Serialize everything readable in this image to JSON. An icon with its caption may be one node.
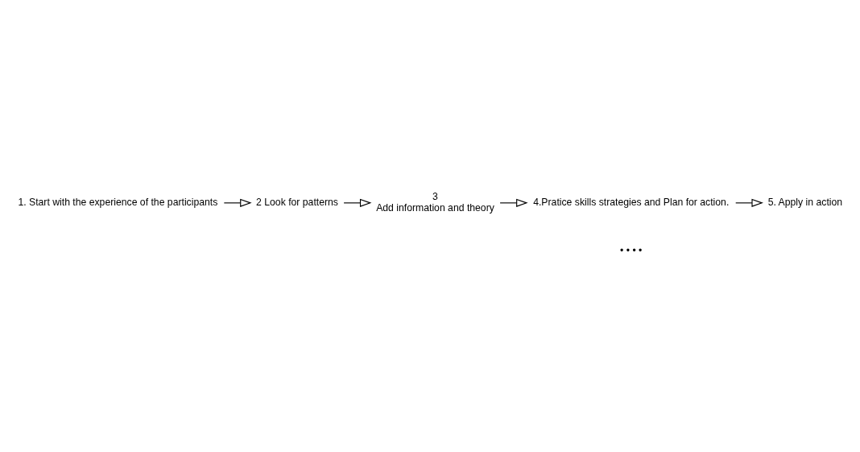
{
  "diagram": {
    "nodes": [
      {
        "text": [
          "1. Start with the experience of the participants"
        ]
      },
      {
        "text": [
          "2 Look for patterns"
        ]
      },
      {
        "text": [
          "3",
          "Add information and theory"
        ]
      },
      {
        "text": [
          "4.Pratice skills strategies and Plan for action."
        ]
      },
      {
        "text": [
          "5. Apply in action"
        ]
      }
    ],
    "edges": [
      {
        "from": 0,
        "to": 1,
        "arrow": "to"
      },
      {
        "from": 1,
        "to": 2,
        "arrow": "to"
      },
      {
        "from": 2,
        "to": 3,
        "arrow": "to"
      },
      {
        "from": 3,
        "to": 4,
        "arrow": "to"
      }
    ],
    "labels": [
      "• • • •"
    ]
  }
}
